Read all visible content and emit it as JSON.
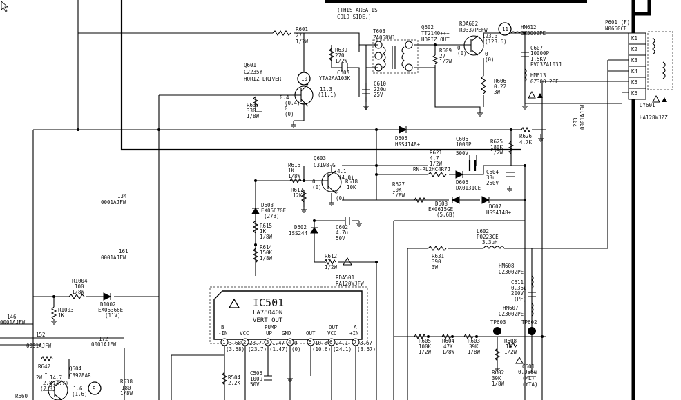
{
  "notes": {
    "area": "(THIS AREA IS",
    "area2": "COLD SIDE.)"
  },
  "transistors": {
    "q601": {
      "ref": "Q601",
      "part": "C2235Y",
      "func": "HORIZ DRIVER",
      "v1": "0.4",
      "v2": "(0.4)",
      "v3": "11.3",
      "v4": "(11.1)",
      "v5": "0",
      "v6": "(0)"
    },
    "q602": {
      "ref": "Q602",
      "part": "TT2140+++",
      "func": "HORIZ OUT",
      "v1": "0",
      "v2": "(0)",
      "v3": "123.3",
      "v4": "(123.6)",
      "v5": "0",
      "v6": "(0)"
    },
    "q603": {
      "ref": "Q603",
      "part": "C3198-G",
      "v1": "4.1",
      "v2": "(4.0)",
      "v3": "0",
      "v4": "(0)",
      "v5": "0",
      "v6": "(0)"
    },
    "q604": {
      "ref": "Q604",
      "part": "C3928AR",
      "v1": "14.7",
      "v2": "(14.7)",
      "v3": "2.8",
      "v4": "(2.8)",
      "v5": "1.6",
      "v6": "(1.6)"
    }
  },
  "test_points": {
    "tp9": "9",
    "tp10": "10",
    "tp11": "11",
    "tp603": "TP603",
    "tp602": "TP602"
  },
  "resistors": {
    "r601": {
      "ref": "R601",
      "val": "27",
      "pwr": "1/2W"
    },
    "r639": {
      "ref": "R639",
      "val": "270",
      "pwr": "1/2W"
    },
    "r609": {
      "ref": "R609",
      "val": "27",
      "pwr": "1/2W"
    },
    "r606": {
      "ref": "R606",
      "val": "0.22",
      "pwr": "3W"
    },
    "r637": {
      "ref": "R637",
      "val": "330",
      "pwr": "1/8W"
    },
    "r616": {
      "ref": "R616",
      "val": "1K",
      "pwr": "1/8W"
    },
    "r617": {
      "ref": "R617",
      "val": "12K"
    },
    "r618": {
      "ref": "R618",
      "val": "10K"
    },
    "r621": {
      "ref": "R621",
      "val": "4.7",
      "pwr": "1/2W",
      "part": "RN-RL2HC4R7J"
    },
    "r625": {
      "ref": "R625",
      "val": "180K",
      "pwr": "1/2W"
    },
    "r626": {
      "ref": "R626",
      "val": "4.7K"
    },
    "r627": {
      "ref": "R627",
      "val": "10K",
      "pwr": "1/8W"
    },
    "r615": {
      "ref": "R615",
      "val": "1K",
      "pwr": "1/8W"
    },
    "r614": {
      "ref": "R614",
      "val": "150K",
      "pwr": "1/8W"
    },
    "r612": {
      "ref": "R612",
      "val": "27",
      "pwr": "1/2W"
    },
    "r631": {
      "ref": "R631",
      "val": "390",
      "pwr": "3W"
    },
    "r1004": {
      "ref": "R1004",
      "val": "100",
      "pwr": "1/8W"
    },
    "r1003": {
      "ref": "R1003",
      "val": "1K"
    },
    "r642": {
      "ref": "R642",
      "val": "1",
      "pwr": "2W"
    },
    "r638": {
      "ref": "R638",
      "val": "180",
      "pwr": "1/8W"
    },
    "r504": {
      "ref": "R504",
      "val": "2.2K"
    },
    "r605": {
      "ref": "R605",
      "val": "100K",
      "pwr": "1/2W"
    },
    "r604": {
      "ref": "R604",
      "val": "47K",
      "pwr": "1/8W"
    },
    "r603": {
      "ref": "R603",
      "val": "39K",
      "pwr": "1/8W"
    },
    "r608": {
      "ref": "R608",
      "val": "1K",
      "pwr": "1/2W"
    },
    "r602": {
      "ref": "R602",
      "val": "39K",
      "pwr": "1/8W"
    },
    "r660": {
      "ref": "R660"
    }
  },
  "capacitors": {
    "c608": {
      "ref": "C608",
      "part": "YTA2AA103K"
    },
    "c610": {
      "ref": "C610",
      "val": "220u",
      "volt": "25V"
    },
    "c607": {
      "ref": "C607",
      "val": "10000P",
      "volt": "1.5KV",
      "part": "PVC3ZA103J"
    },
    "c606": {
      "ref": "C606",
      "val": "1000P",
      "volt": "500V"
    },
    "c604": {
      "ref": "C604",
      "val": "33u",
      "volt": "250V"
    },
    "c602": {
      "ref": "C602",
      "val": "4.7u",
      "volt": "50V"
    },
    "c611": {
      "ref": "C611",
      "val": "0.36u",
      "volt": "200V",
      "type": "(PF)"
    },
    "c505": {
      "ref": "C505",
      "val": "100u",
      "volt": "50V"
    },
    "c601": {
      "ref": "C601",
      "val": "0.056u",
      "type": "(ML)",
      "type2": "(YTA)"
    }
  },
  "diodes": {
    "d605": {
      "ref": "D605",
      "part": "HSS4148+"
    },
    "d606": {
      "ref": "D606",
      "part": "DX0131CE"
    },
    "d608": {
      "ref": "D608",
      "part": "EX0615GE",
      "zv": "(5.6B)"
    },
    "d607": {
      "ref": "D607",
      "part": "HSS4148+"
    },
    "d603": {
      "ref": "D603",
      "part": "EX0667GE",
      "zv": "(27B)"
    },
    "d602": {
      "ref": "D602",
      "part": "1SS244"
    },
    "d1002": {
      "ref": "D1002",
      "part": "EX06366E",
      "zv": "(11V)"
    }
  },
  "magnetics": {
    "t603": {
      "ref": "T603",
      "part": "ZA058WJ"
    },
    "rda602": {
      "ref": "RDA602",
      "part": "R0337PEFW"
    },
    "hm612": {
      "ref": "HM612",
      "part": "GZ3002PE"
    },
    "hm613": {
      "ref": "HM613",
      "part": "GZ300 2PE"
    },
    "l602": {
      "ref": "L602",
      "part": "P0223CE",
      "val": "3.3uH"
    },
    "hm608": {
      "ref": "HM608",
      "part": "GZ3002PE"
    },
    "hm607": {
      "ref": "HM607",
      "part": "GZ3002PE"
    },
    "rda501": {
      "ref": "RDA501",
      "part": "RA120WJFW"
    }
  },
  "connector": {
    "ref": "P601 (F)",
    "part": "N0660CE",
    "pins": [
      "K1",
      "K2",
      "K3",
      "K4",
      "K5",
      "K6"
    ],
    "yoke": "DY601",
    "yoke_part": "HA128WJZZ"
  },
  "jumpers": {
    "j134": {
      "ref": "134",
      "part": "0001AJFW"
    },
    "j161": {
      "ref": "161",
      "part": "0001AJFW"
    },
    "j146": {
      "ref": "146",
      "part": "0001AJFW"
    },
    "j152": {
      "ref": "152",
      "part": "0001AJFW"
    },
    "j172": {
      "ref": "172",
      "part": "0001AJFW"
    },
    "j203": {
      "ref": "203",
      "part": "0001AJFW"
    }
  },
  "ic501": {
    "ref": "IC501",
    "part": "LA78040N",
    "func": "VERT OUT",
    "pins": [
      {
        "n": "1",
        "name": "B",
        "name2": "-IN",
        "v": "3.68",
        "vp": "(3.68)"
      },
      {
        "n": "2",
        "name": "VCC",
        "v": "23.7",
        "vp": "(23.7)"
      },
      {
        "n": "3",
        "name": "PUMP",
        "name2": "UP",
        "v": "1.47",
        "vp": "(1.47)"
      },
      {
        "n": "4",
        "name": "GND",
        "v": "0",
        "vp": "(0)"
      },
      {
        "n": "5",
        "name": "OUT",
        "v": "10.8",
        "vp": "(10.6)"
      },
      {
        "n": "6",
        "name": "OUT",
        "name2": "VCC",
        "v": "24.1",
        "vp": "(24.1)"
      },
      {
        "n": "7",
        "name": "A",
        "name2": "+IN",
        "v": "3.67",
        "vp": "(3.67)"
      }
    ]
  }
}
